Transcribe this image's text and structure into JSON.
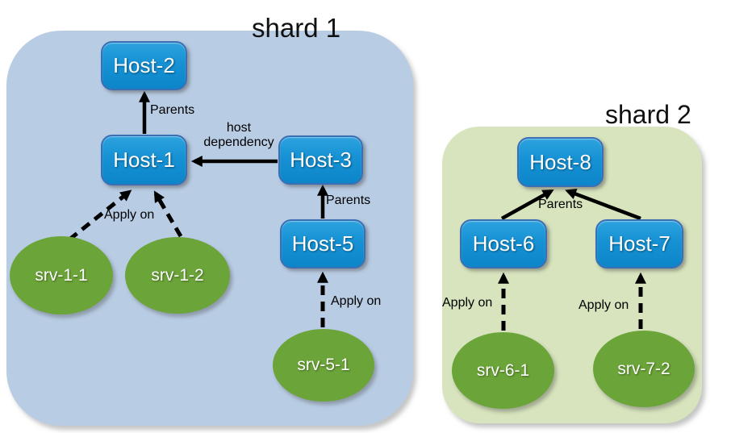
{
  "colors": {
    "shard1_bg": "#b8cce4",
    "shard2_bg": "#d7e4bd",
    "host_fill": "#1591d4",
    "host_border": "#3a6fb5",
    "srv_fill": "#6ba438",
    "arrow": "#000000",
    "label_text": "#000000",
    "node_text": "#ffffff"
  },
  "shard1": {
    "title": "shard 1",
    "nodes": {
      "host2": "Host-2",
      "host1": "Host-1",
      "host3": "Host-3",
      "host5": "Host-5",
      "srv11": "srv-1-1",
      "srv12": "srv-1-2",
      "srv51": "srv-5-1"
    },
    "edge_labels": {
      "parents_host1_host2": "Parents",
      "host_dependency": "host\ndependency",
      "parents_host5_host3": "Parents",
      "apply_on_srv1": "Apply on",
      "apply_on_srv5": "Apply on"
    }
  },
  "shard2": {
    "title": "shard 2",
    "nodes": {
      "host8": "Host-8",
      "host6": "Host-6",
      "host7": "Host-7",
      "srv61": "srv-6-1",
      "srv72": "srv-7-2"
    },
    "edge_labels": {
      "parents_host67_host8": "Parents",
      "apply_on_srv6": "Apply on",
      "apply_on_srv7": "Apply on"
    }
  }
}
